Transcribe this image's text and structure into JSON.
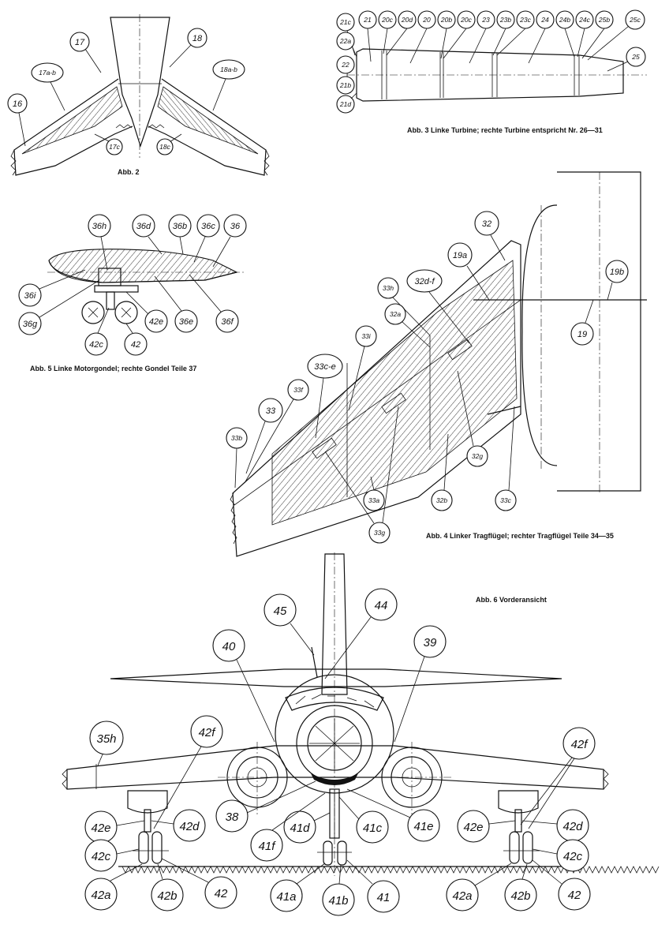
{
  "captions": {
    "fig2": "Abb. 2",
    "fig3": "Abb. 3 Linke Turbine; rechte Turbine entspricht Nr. 26—31",
    "fig4": "Abb. 4 Linker Tragflügel; rechter Tragflügel Teile 34—35",
    "fig5": "Abb. 5 Linke Motorgondel; rechte Gondel Teile 37",
    "fig6": "Abb. 6 Vorderansicht"
  },
  "fig2": {
    "labels": [
      "17",
      "18",
      "17a-b",
      "18a-b",
      "16",
      "17c",
      "18c"
    ]
  },
  "fig3": {
    "labels": [
      "21c",
      "21",
      "20c",
      "20d",
      "20",
      "20b",
      "20c",
      "23",
      "23b",
      "23c",
      "24",
      "24b",
      "24c",
      "25b",
      "25c",
      "22a",
      "22",
      "21b",
      "21d",
      "25"
    ]
  },
  "fig4": {
    "labels": [
      "32",
      "19a",
      "32d-f",
      "33h",
      "32a",
      "19b",
      "19",
      "33i",
      "33c-e",
      "33f",
      "33",
      "33b",
      "32g",
      "32b",
      "33c",
      "33a",
      "33g"
    ]
  },
  "fig5": {
    "labels": [
      "36h",
      "36d",
      "36b",
      "36c",
      "36",
      "36i",
      "36g",
      "42e",
      "36e",
      "36f",
      "42c",
      "42"
    ]
  },
  "fig6": {
    "labels": [
      "45",
      "44",
      "40",
      "39",
      "35h",
      "42f",
      "42f",
      "38",
      "42e",
      "42d",
      "41d",
      "41c",
      "41e",
      "42e",
      "42d",
      "41f",
      "42c",
      "42c",
      "42a",
      "42b",
      "42",
      "41a",
      "41b",
      "41",
      "42a",
      "42b",
      "42"
    ]
  }
}
